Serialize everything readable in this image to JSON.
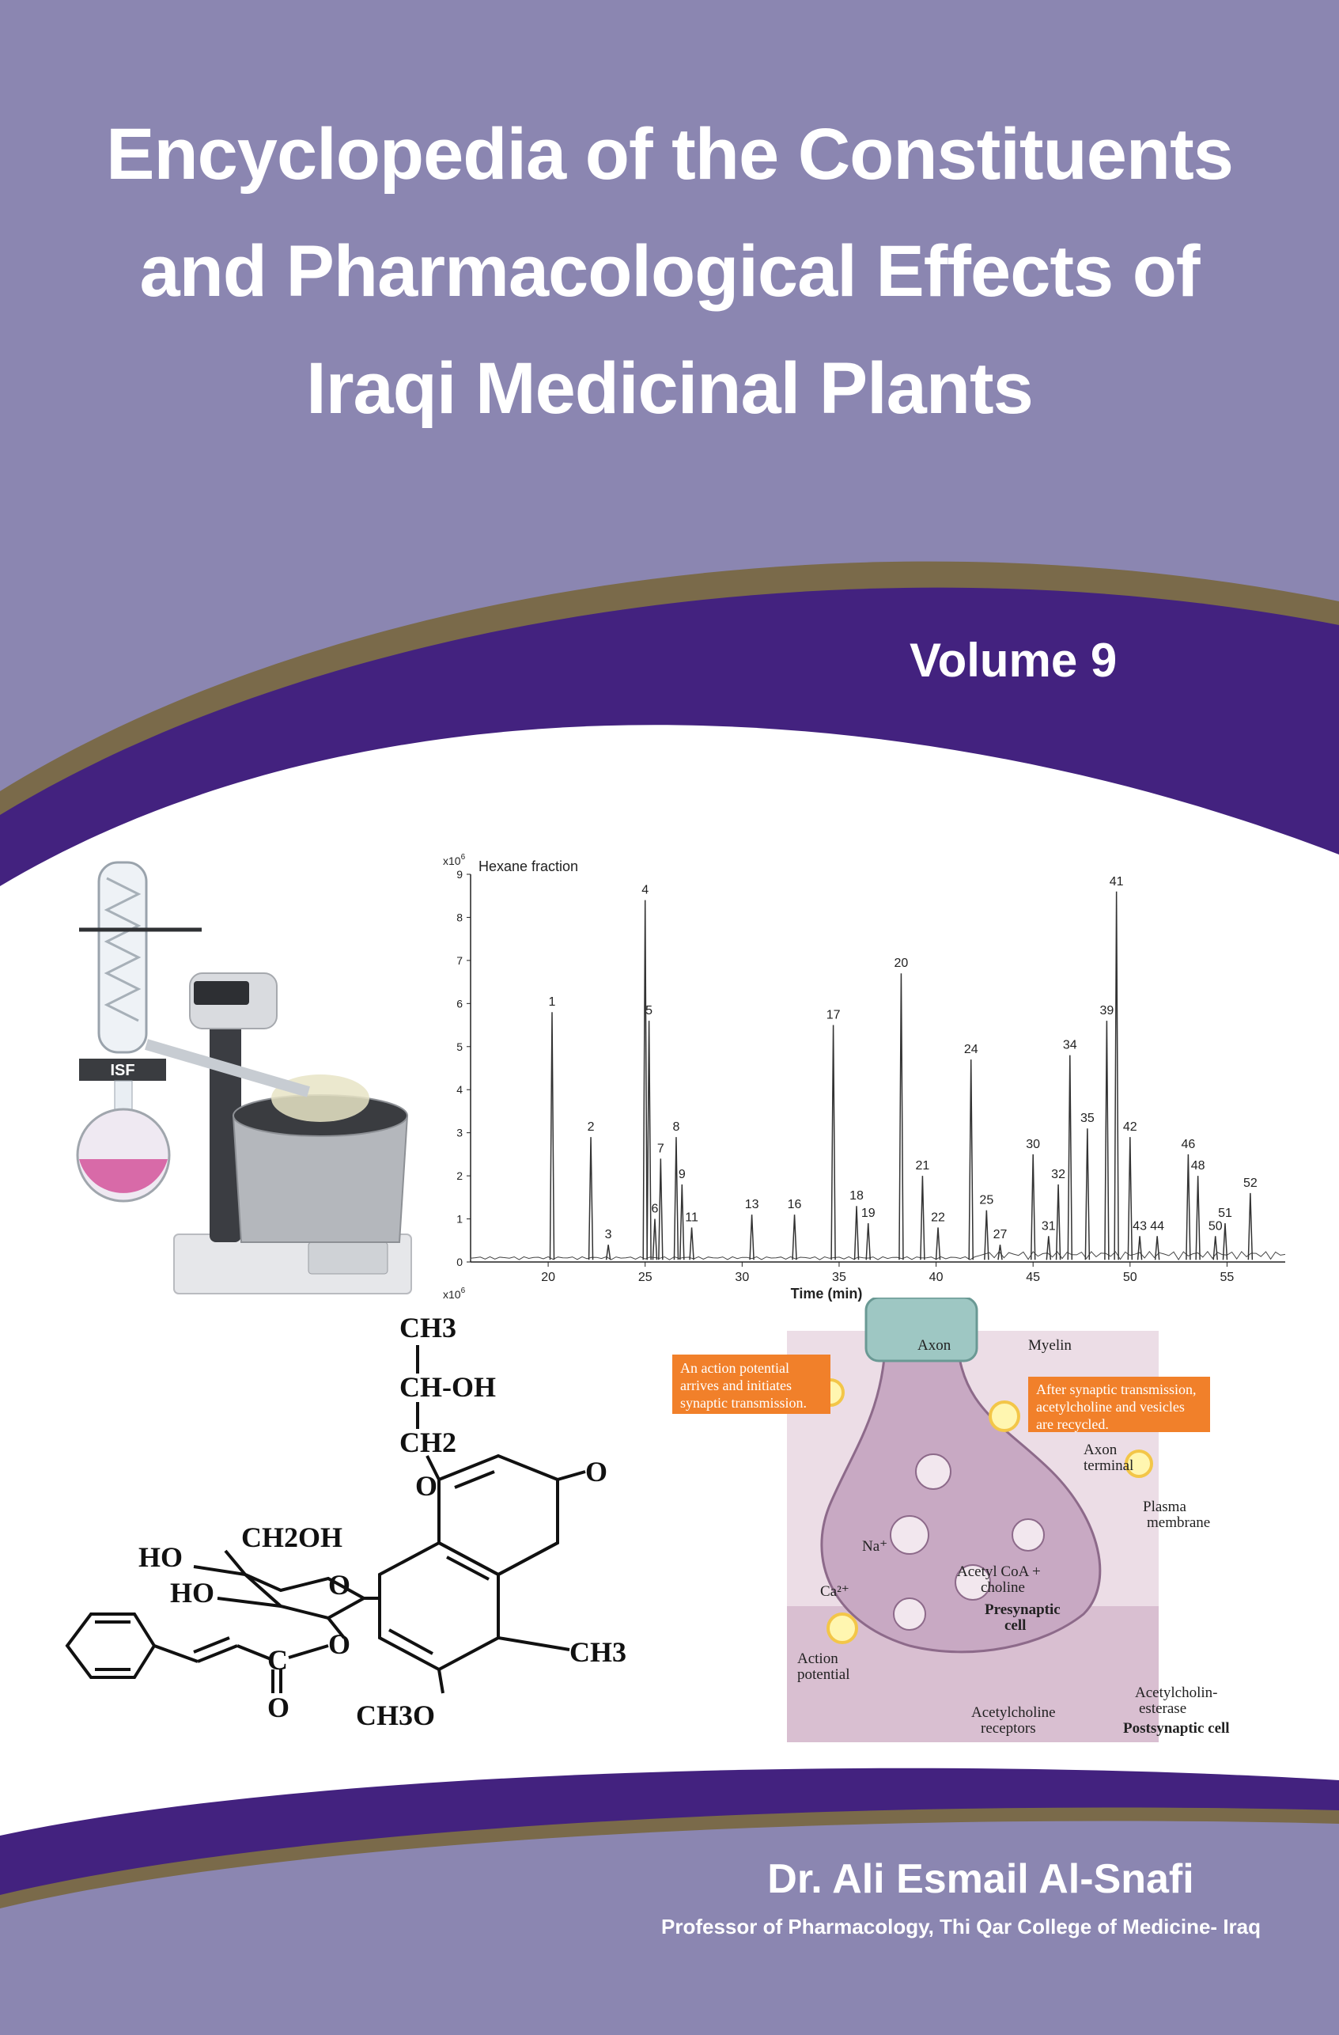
{
  "cover": {
    "title_lines": [
      "Encyclopedia of the Constituents",
      "and Pharmacological Effects of",
      "Iraqi Medicinal Plants"
    ],
    "volume": "Volume 9",
    "author": "Dr. Ali  Esmail  Al-Snafi",
    "affiliation": "Professor of Pharmacology, Thi Qar College of Medicine- Iraq",
    "colors": {
      "background": "#8b86b1",
      "band_brown": "#7a6a4a",
      "band_purple": "#43227f",
      "white_area": "#ffffff"
    }
  },
  "figures": {
    "evaporator": {
      "label": "ISF"
    },
    "chromatogram": {
      "scale_label": "x10",
      "scale_exp": "6",
      "scale_label_bottom": "x10",
      "title": "Hexane fraction",
      "xlabel": "Time (min)",
      "chart_data": {
        "type": "line",
        "title": "Hexane fraction",
        "xlabel": "Time (min)",
        "ylabel": "x10^6",
        "xlim": [
          16,
          58
        ],
        "ylim": [
          0,
          9
        ],
        "x_ticks": [
          20,
          25,
          30,
          35,
          40,
          45,
          50,
          55
        ],
        "y_ticks": [
          0,
          1,
          2,
          3,
          4,
          5,
          6,
          7,
          8,
          9
        ],
        "peaks": [
          {
            "label": "1",
            "x": 20.2,
            "y": 5.8
          },
          {
            "label": "2",
            "x": 22.2,
            "y": 2.9
          },
          {
            "label": "3",
            "x": 23.1,
            "y": 0.4
          },
          {
            "label": "4",
            "x": 25.0,
            "y": 8.4
          },
          {
            "label": "5",
            "x": 25.2,
            "y": 5.6
          },
          {
            "label": "6",
            "x": 25.5,
            "y": 1.0
          },
          {
            "label": "7",
            "x": 25.8,
            "y": 2.4
          },
          {
            "label": "8",
            "x": 26.6,
            "y": 2.9
          },
          {
            "label": "9",
            "x": 26.9,
            "y": 1.8
          },
          {
            "label": "11",
            "x": 27.4,
            "y": 0.8
          },
          {
            "label": "13",
            "x": 30.5,
            "y": 1.1
          },
          {
            "label": "16",
            "x": 32.7,
            "y": 1.1
          },
          {
            "label": "17",
            "x": 34.7,
            "y": 5.5
          },
          {
            "label": "18",
            "x": 35.9,
            "y": 1.3
          },
          {
            "label": "19",
            "x": 36.5,
            "y": 0.9
          },
          {
            "label": "20",
            "x": 38.2,
            "y": 6.7
          },
          {
            "label": "21",
            "x": 39.3,
            "y": 2.0
          },
          {
            "label": "22",
            "x": 40.1,
            "y": 0.8
          },
          {
            "label": "24",
            "x": 41.8,
            "y": 4.7
          },
          {
            "label": "25",
            "x": 42.6,
            "y": 1.2
          },
          {
            "label": "27",
            "x": 43.3,
            "y": 0.4
          },
          {
            "label": "30",
            "x": 45.0,
            "y": 2.5
          },
          {
            "label": "31",
            "x": 45.8,
            "y": 0.6
          },
          {
            "label": "32",
            "x": 46.3,
            "y": 1.8
          },
          {
            "label": "34",
            "x": 46.9,
            "y": 4.8
          },
          {
            "label": "35",
            "x": 47.8,
            "y": 3.1
          },
          {
            "label": "39",
            "x": 48.8,
            "y": 5.6
          },
          {
            "label": "41",
            "x": 49.3,
            "y": 8.6
          },
          {
            "label": "42",
            "x": 50.0,
            "y": 2.9
          },
          {
            "label": "43",
            "x": 50.5,
            "y": 0.6
          },
          {
            "label": "44",
            "x": 51.4,
            "y": 0.6
          },
          {
            "label": "46",
            "x": 53.0,
            "y": 2.5
          },
          {
            "label": "48",
            "x": 53.5,
            "y": 2.0
          },
          {
            "label": "50",
            "x": 54.4,
            "y": 0.6
          },
          {
            "label": "51",
            "x": 54.9,
            "y": 0.9
          },
          {
            "label": "52",
            "x": 56.2,
            "y": 1.6
          }
        ]
      }
    },
    "structure": {
      "ch3_top": "CH3",
      "choh": "CH-OH",
      "ch2": "CH2",
      "ch2oh": "CH2OH",
      "ho_1": "HO",
      "ho_2": "HO",
      "o_ring": "O",
      "o_ketone": "O",
      "ch3_right": "CH3",
      "o_sugar": "O",
      "o_ester": "O",
      "c_ester": "C",
      "o_carbonyl": "O",
      "och3": "CH3O"
    },
    "synapse": {
      "axon": "Axon",
      "myelin": "Myelin",
      "note_left": [
        "An action potential",
        "arrives and initiates",
        "synaptic transmission."
      ],
      "note_right": [
        "After synaptic transmission,",
        "acetylcholine and vesicles",
        "are recycled."
      ],
      "axon_terminal": [
        "Axon",
        "terminal"
      ],
      "plasma_membrane": [
        "Plasma",
        "membrane"
      ],
      "na": "Na⁺",
      "ca": "Ca²⁺",
      "acetyl_coa": [
        "Acetyl  CoA  +",
        "choline"
      ],
      "presynaptic": [
        "Presynaptic",
        "cell"
      ],
      "action_potential": [
        "Action",
        "potential"
      ],
      "acetylcholinesterase": [
        "Acetylcholin-",
        "esterase"
      ],
      "acetylcholine_receptors": [
        "Acetylcholine",
        "receptors"
      ],
      "postsynaptic": "Postsynaptic cell"
    }
  }
}
